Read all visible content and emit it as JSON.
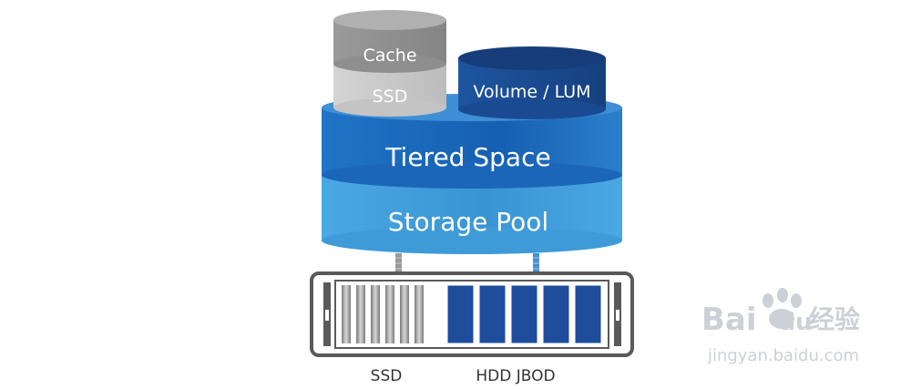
{
  "layers": {
    "cache_label": "Cache",
    "ssd_label": "SSD",
    "volume_label": "Volume / LUM",
    "tiered_label": "Tiered Space",
    "pool_label": "Storage Pool"
  },
  "enclosure": {
    "ssd_label": "SSD",
    "hdd_label": "HDD JBOD",
    "ssd_slots": 6,
    "hdd_slots": 5
  },
  "watermark": {
    "brand_latin": "Bai",
    "brand_du": "du",
    "brand_cn": "经验",
    "url": "jingyan.baidu.com"
  },
  "colors": {
    "pool": "#3f9ad8",
    "tiered": "#1c6cc0",
    "volume": "#1a4f9a",
    "cache": "#9a9a9a",
    "ssd": "#c9c9c9",
    "hdd_drive": "#1f4d9c",
    "enclosure_frame": "#5a5a5a"
  }
}
